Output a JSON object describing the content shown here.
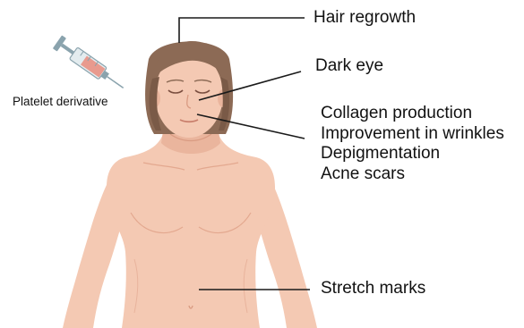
{
  "diagram": {
    "syringe_label": "Platelet derivative",
    "labels": {
      "hair": "Hair regrowth",
      "eye": "Dark eye",
      "skin_list": [
        "Collagen production",
        "Improvement in wrinkles",
        "Depigmentation",
        "Acne scars"
      ],
      "abdomen": "Stretch marks"
    },
    "colors": {
      "skin": "#f4c9b3",
      "skin_shadow": "#e6ab92",
      "hair": "#8c6a55",
      "hair_dark": "#6d4f3d",
      "leader_line": "#1a1a1a",
      "syringe_barrel": "#e3ecef",
      "syringe_liquid": "#e89a8e",
      "syringe_plunger": "#8aa3ad",
      "text": "#111111"
    }
  }
}
